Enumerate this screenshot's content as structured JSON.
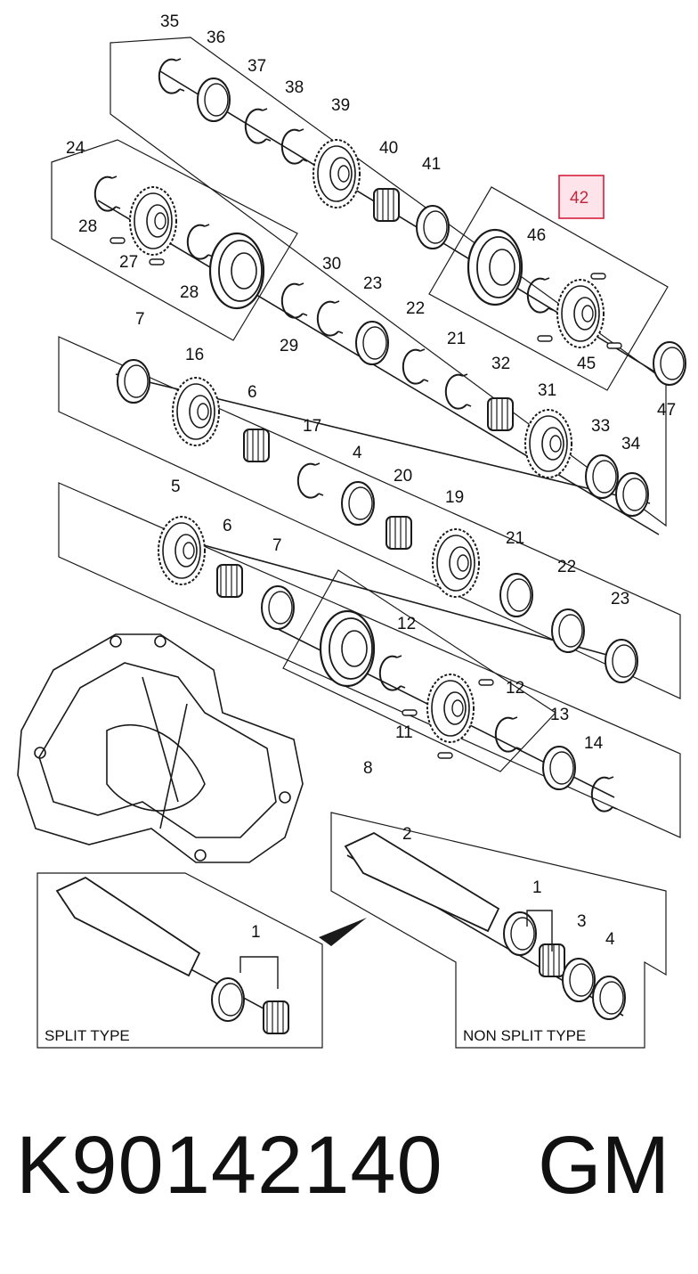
{
  "callouts": {
    "c35": "35",
    "c36": "36",
    "c37": "37",
    "c38": "38",
    "c39": "39",
    "c40": "40",
    "c41": "41",
    "c42": "42",
    "c46": "46",
    "c45": "45",
    "c47": "47",
    "c24": "24",
    "c28a": "28",
    "c27": "27",
    "c28b": "28",
    "c29": "29",
    "c30": "30",
    "c23a": "23",
    "c22a": "22",
    "c21a": "21",
    "c32": "32",
    "c31": "31",
    "c33": "33",
    "c34": "34",
    "c7a": "7",
    "c16": "16",
    "c6a": "6",
    "c17": "17",
    "c4a": "4",
    "c20": "20",
    "c19": "19",
    "c5": "5",
    "c6b": "6",
    "c7b": "7",
    "c21b": "21",
    "c22b": "22",
    "c23b": "23",
    "c12a": "12",
    "c12b": "12",
    "c11": "11",
    "c13": "13",
    "c14": "14",
    "c8": "8",
    "c2": "2",
    "c1a": "1",
    "c3": "3",
    "c4b": "4",
    "c1b": "1"
  },
  "highlighted_callout": "42",
  "panels": {
    "split": "SPLIT TYPE",
    "non_split": "NON SPLIT TYPE"
  },
  "footer": {
    "part_number": "K90142140",
    "brand": "GM"
  },
  "colors": {
    "line": "#1a1a1a",
    "highlight_fill": "#fce4ea",
    "highlight_stroke": "#d61f3e"
  }
}
